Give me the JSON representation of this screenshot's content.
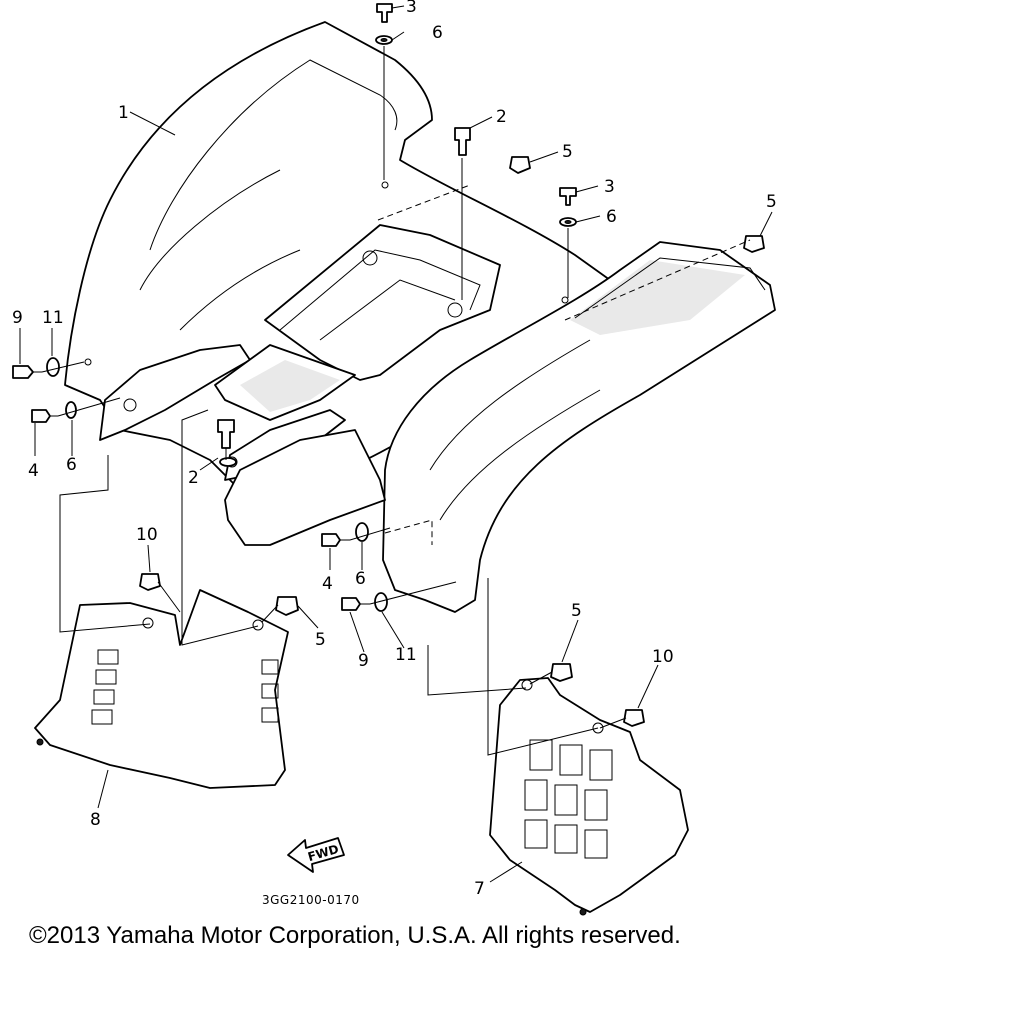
{
  "diagram": {
    "callouts": {
      "c1": "1",
      "c2a": "2",
      "c2b": "2",
      "c3a": "3",
      "c3b": "3",
      "c4a": "4",
      "c4b": "4",
      "c5a": "5",
      "c5b": "5",
      "c5c": "5",
      "c5d": "5",
      "c6a": "6",
      "c6b": "6",
      "c6c": "6",
      "c6d": "6",
      "c7": "7",
      "c8": "8",
      "c9a": "9",
      "c9b": "9",
      "c10a": "10",
      "c10b": "10",
      "c11a": "11",
      "c11b": "11"
    },
    "fwd_label": "FWD",
    "part_code": "3GG2100-0170"
  },
  "footer": {
    "copyright": "©2013 Yamaha Motor Corporation, U.S.A. All rights reserved."
  }
}
